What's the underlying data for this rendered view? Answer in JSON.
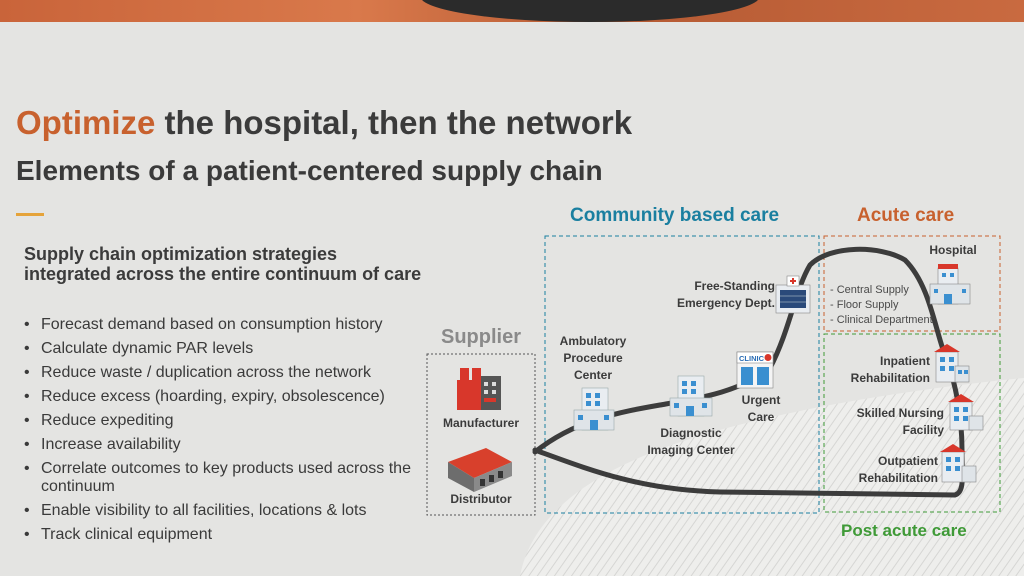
{
  "title": {
    "accent": "Optimize",
    "rest": " the hospital, then the network"
  },
  "subtitle": "Elements of a patient-centered supply chain",
  "strategies": {
    "heading": "Supply chain optimization strategies integrated across the entire continuum of care",
    "items": [
      "Forecast demand based on consumption history",
      "Calculate dynamic PAR levels",
      "Reduce waste / duplication across the network",
      "Reduce excess (hoarding, expiry, obsolescence)",
      "Reduce expediting",
      "Increase availability",
      "Correlate outcomes to key products used across the continuum",
      "Enable visibility to all facilities, locations & lots",
      "Track clinical equipment"
    ]
  },
  "diagram": {
    "supplier": {
      "heading": "Supplier",
      "manufacturer": "Manufacturer",
      "distributor": "Distributor"
    },
    "community": {
      "heading": "Community based care",
      "ambulatory": "Ambulatory Procedure Center",
      "diagnostic": "Diagnostic Imaging Center",
      "urgent": "Urgent Care",
      "emergency": "Free-Standing Emergency Dept.",
      "clinic_sign": "CLINIC"
    },
    "acute": {
      "heading": "Acute care",
      "hospital": "Hospital",
      "supply_items": [
        "- Central Supply",
        "- Floor Supply",
        "- Clinical Department"
      ]
    },
    "post_acute": {
      "heading": "Post acute care",
      "inpatient": "Inpatient Rehabilitation",
      "skilled": "Skilled Nursing Facility",
      "outpatient": "Outpatient Rehabilitation"
    },
    "colors": {
      "orange": "#c8612e",
      "teal": "#1a7fa0",
      "green": "#3f9a37",
      "road": "#3c3c3c"
    }
  }
}
